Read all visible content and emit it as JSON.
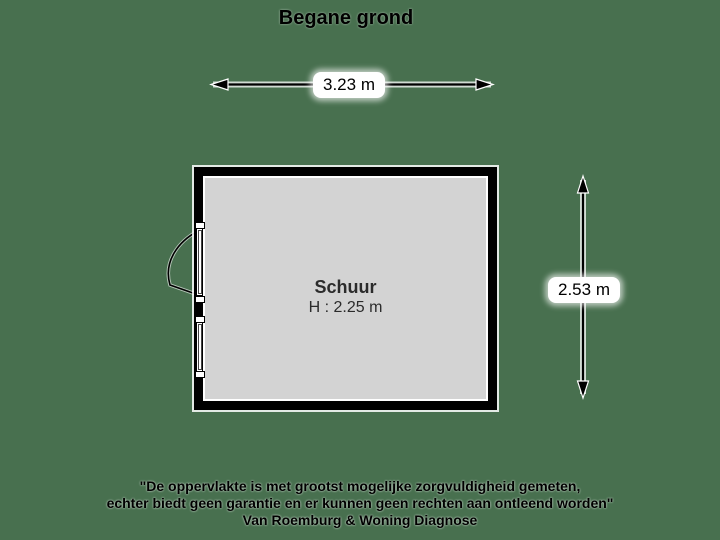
{
  "title": "Begane grond",
  "plan": {
    "room": {
      "name": "Schuur",
      "ceiling_height": "H : 2.25 m"
    },
    "dimensions": {
      "width": "3.23 m",
      "height": "2.53 m"
    }
  },
  "footer": {
    "line1": "\"De oppervlakte is met grootst mogelijke zorgvuldigheid gemeten,",
    "line2": "echter biedt geen garantie en er kunnen geen rechten aan ontleend worden\"",
    "line3": "Van Roemburg & Woning Diagnose"
  },
  "colors": {
    "background": "#48704F",
    "wall": "#000000",
    "floor": "#D3D3D3",
    "label_background": "#FFFFFF",
    "text": "#000000"
  }
}
